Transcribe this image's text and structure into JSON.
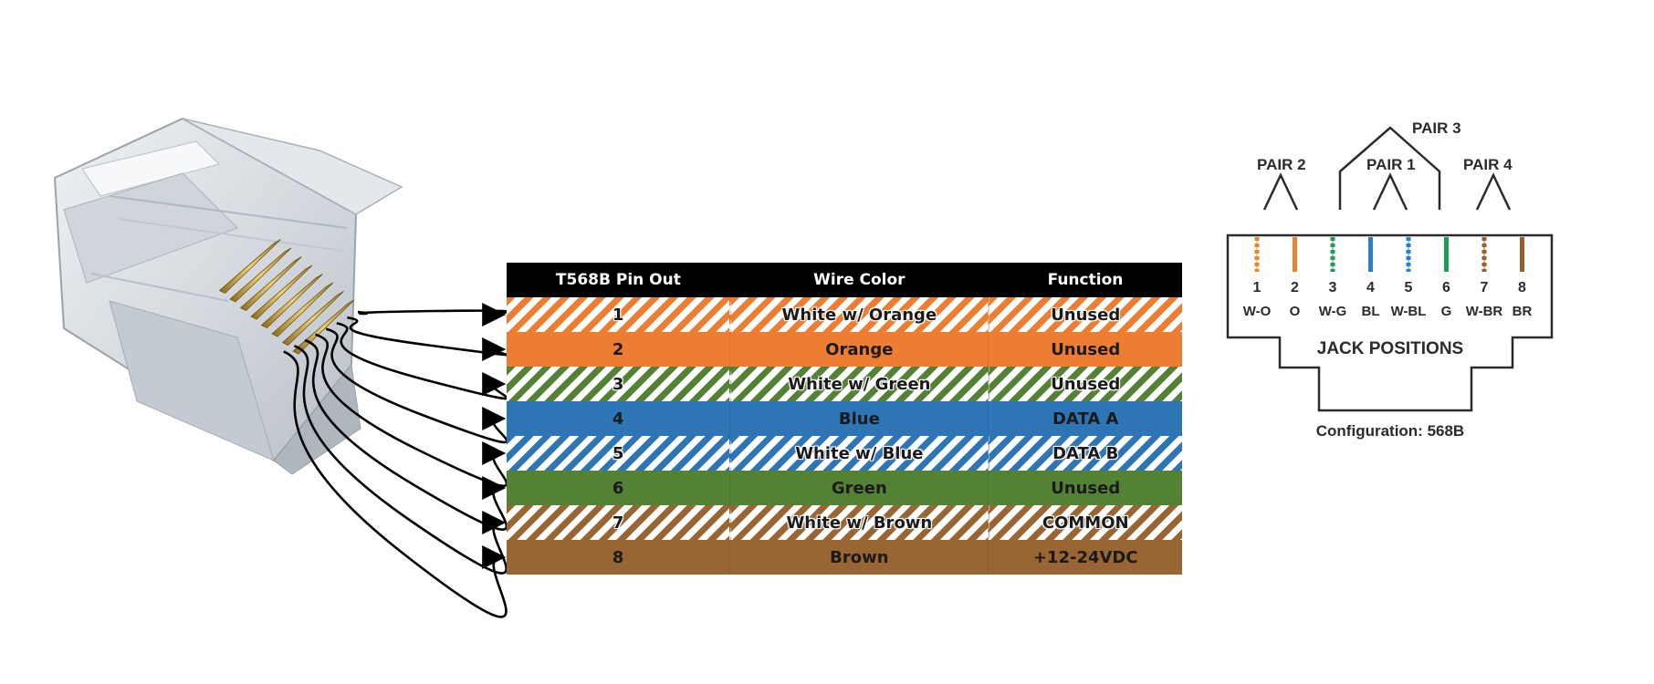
{
  "table": {
    "headers": [
      "T568B Pin Out",
      "Wire Color",
      "Function"
    ],
    "rows": [
      {
        "pin": "1",
        "color": "White w/ Orange",
        "function": "Unused",
        "base": "#ed7d31",
        "striped": true
      },
      {
        "pin": "2",
        "color": "Orange",
        "function": "Unused",
        "base": "#ed7d31",
        "striped": false
      },
      {
        "pin": "3",
        "color": "White w/ Green",
        "function": "Unused",
        "base": "#548235",
        "striped": true
      },
      {
        "pin": "4",
        "color": "Blue",
        "function": "DATA A",
        "base": "#2e75b6",
        "striped": false
      },
      {
        "pin": "5",
        "color": "White w/ Blue",
        "function": "DATA B",
        "base": "#2e75b6",
        "striped": true
      },
      {
        "pin": "6",
        "color": "Green",
        "function": "Unused",
        "base": "#548235",
        "striped": false
      },
      {
        "pin": "7",
        "color": "White w/ Brown",
        "function": "COMMON",
        "base": "#996633",
        "striped": true
      },
      {
        "pin": "8",
        "color": "Brown",
        "function": "+12-24VDC",
        "base": "#996633",
        "striped": false
      }
    ]
  },
  "jack": {
    "pairs": [
      {
        "label": "PAIR 2"
      },
      {
        "label": "PAIR 3"
      },
      {
        "label": "PAIR 1"
      },
      {
        "label": "PAIR 4"
      }
    ],
    "positions": [
      {
        "num": "1",
        "code": "W-O",
        "color": "#e8842f",
        "striped": true
      },
      {
        "num": "2",
        "code": "O",
        "color": "#e8842f",
        "striped": false
      },
      {
        "num": "3",
        "code": "W-G",
        "color": "#1e9e55",
        "striped": true
      },
      {
        "num": "4",
        "code": "BL",
        "color": "#2a7fd0",
        "striped": false
      },
      {
        "num": "5",
        "code": "W-BL",
        "color": "#2a7fd0",
        "striped": true
      },
      {
        "num": "6",
        "code": "G",
        "color": "#1e9e55",
        "striped": false
      },
      {
        "num": "7",
        "code": "W-BR",
        "color": "#9b5e2a",
        "striped": true
      },
      {
        "num": "8",
        "code": "BR",
        "color": "#9b5e2a",
        "striped": false
      }
    ],
    "jack_label": "JACK POSITIONS",
    "configuration": "Configuration: 568B"
  }
}
